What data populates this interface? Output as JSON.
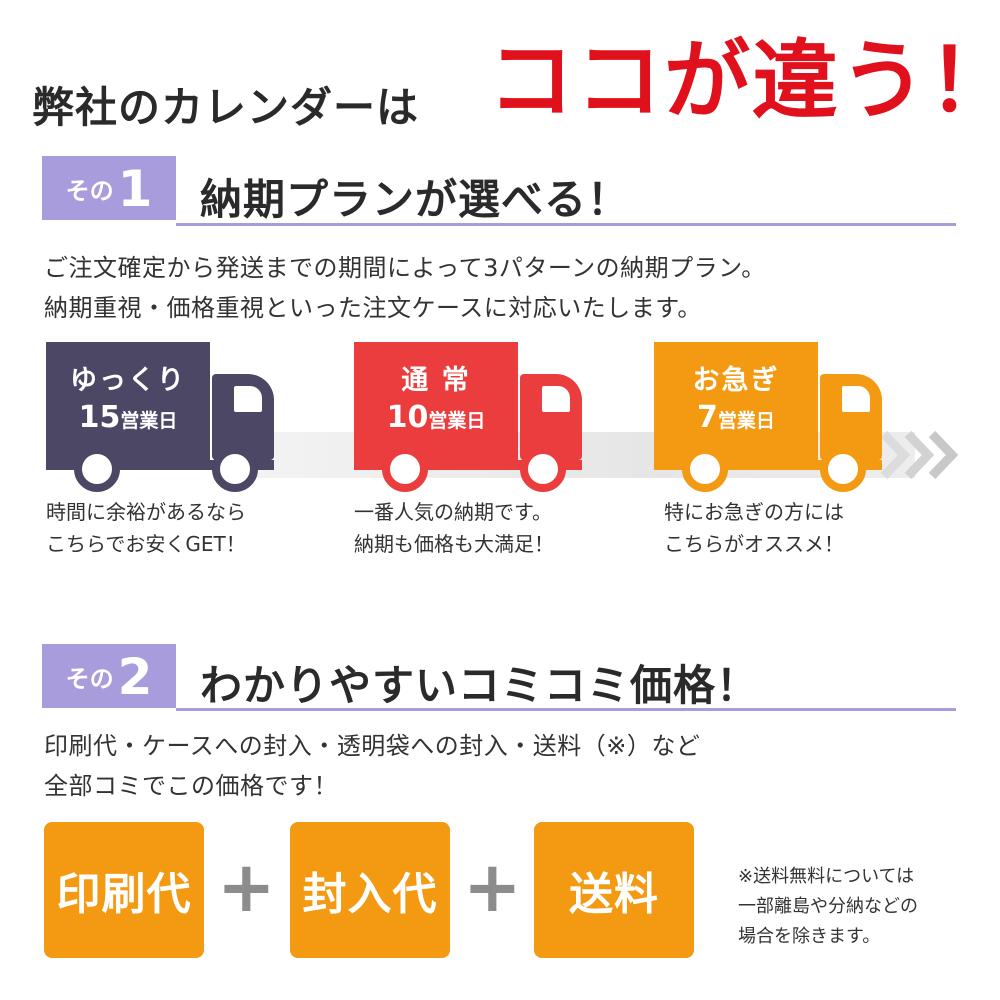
{
  "headline": {
    "left": "弊社のカレンダーは",
    "right": "ココが違う！"
  },
  "section1": {
    "badge_small": "その",
    "badge_num": "1",
    "title": "納期プランが選べる！",
    "lines": [
      "ご注文確定から発送までの期間によって3パターンの納期プラン。",
      "納期重視・価格重視といった注文ケースに対応いたします。"
    ]
  },
  "trucks": [
    {
      "name": "ゆっくり",
      "days_num": "15",
      "days_unit": "営業日",
      "color": "#4c4764",
      "caption": [
        "時間に余裕があるなら",
        "こちらでお安くGET！"
      ]
    },
    {
      "name": "通 常",
      "days_num": "10",
      "days_unit": "営業日",
      "color": "#eb3d3d",
      "caption": [
        "一番人気の納期です。",
        "納期も価格も大満足！"
      ]
    },
    {
      "name": "お急ぎ",
      "days_num": "7",
      "days_unit": "営業日",
      "color": "#f39a12",
      "caption": [
        "特にお急ぎの方には",
        "こちらがオススメ！"
      ]
    }
  ],
  "section2": {
    "badge_small": "その",
    "badge_num": "2",
    "title": "わかりやすいコミコミ価格！",
    "lines": [
      "印刷代・ケースへの封入・透明袋への封入・送料（※）など",
      "全部コミでこの価格です！"
    ]
  },
  "price_items": [
    "印刷代",
    "封入代",
    "送料"
  ],
  "plus_sign": "+",
  "note": [
    "※送料無料については",
    "一部離島や分納などの",
    "場合を除きます。"
  ],
  "colors": {
    "accent": "#a89cdc",
    "headline_red": "#e0101c",
    "orange": "#f39a12"
  }
}
